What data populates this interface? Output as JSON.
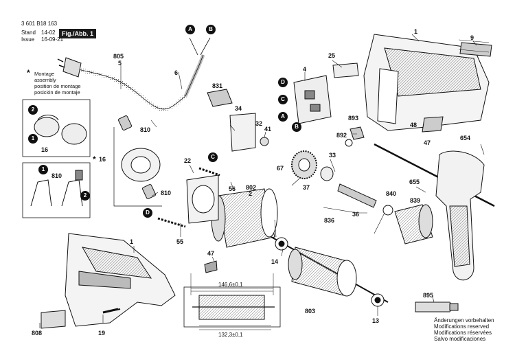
{
  "header": {
    "doc_number": "3 601 B18 163",
    "stand_label": "Stand",
    "stand_date": "14-02",
    "issue_label": "Issue",
    "issue_date": "16-09-21",
    "figure_label": "Fig./Abb. 1"
  },
  "assembly_note": {
    "marker": "*",
    "lines": [
      "Montage",
      "assembly",
      "position de montage",
      "posición de montaje"
    ]
  },
  "notice": {
    "lines": [
      "Änderungen vorbehalten",
      "Modifications reserved",
      "Modifications réservées",
      "Salvo modificaciones"
    ]
  },
  "dimensions": {
    "length_top": "146,6±0,1",
    "length_bottom": "132,3±0,1"
  },
  "callouts": {
    "A": "A",
    "B": "B",
    "C": "C",
    "D": "D",
    "step1": "1",
    "step2": "2"
  },
  "part_numbers": {
    "p1": "1",
    "p2": "2",
    "p4": "4",
    "p5": "5",
    "p6": "6",
    "p9": "9",
    "p13": "13",
    "p14": "14",
    "p16": "16",
    "p19": "19",
    "p22": "22",
    "p25": "25",
    "p32": "32",
    "p33": "33",
    "p34": "34",
    "p36": "36",
    "p37": "37",
    "p41": "41",
    "p47": "47",
    "p48": "48",
    "p55": "55",
    "p56": "56",
    "p67": "67",
    "p654": "654",
    "p655": "655",
    "p802": "802",
    "p803": "803",
    "p805": "805",
    "p808": "808",
    "p810": "810",
    "p831": "831",
    "p836": "836",
    "p839": "839",
    "p840": "840",
    "p892": "892",
    "p893": "893",
    "p895": "895"
  },
  "colors": {
    "ink": "#111111",
    "halftone": "#888888",
    "badge": "#111111"
  },
  "icons": [
    "motor-armature",
    "drill-housing",
    "chuck",
    "side-handle",
    "power-cord",
    "gear",
    "switch"
  ]
}
